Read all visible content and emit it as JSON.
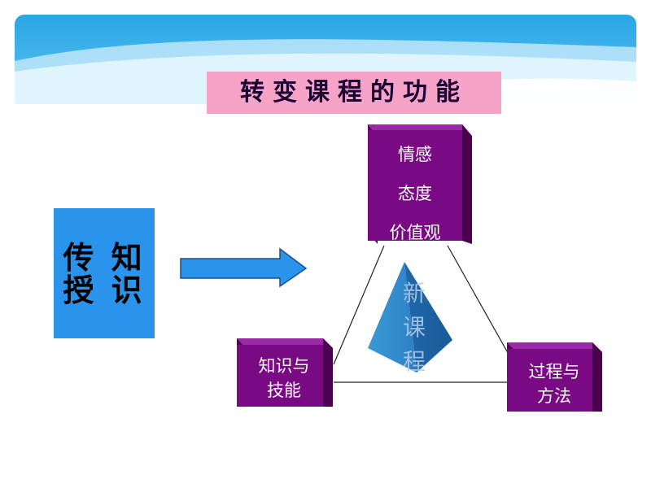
{
  "title": "转变课程的功能",
  "left_label": "传 知\n授 识",
  "center_label": "新\n课\n程",
  "top_box": {
    "label": "情感\n态度\n价值观"
  },
  "left_box": {
    "label": "知识与\n技能"
  },
  "right_box": {
    "label": "过程与\n方法"
  },
  "colors": {
    "header_sky": "#2a9fe0",
    "title_bg": "#f6a3c8",
    "left_panel": "#2a94ec",
    "box_front": "#7a0a84",
    "box_side": "#4a004f",
    "box_top": "#9a2aa4",
    "arrow": "#2a94ec",
    "pyramid": "#2c7fc9"
  }
}
